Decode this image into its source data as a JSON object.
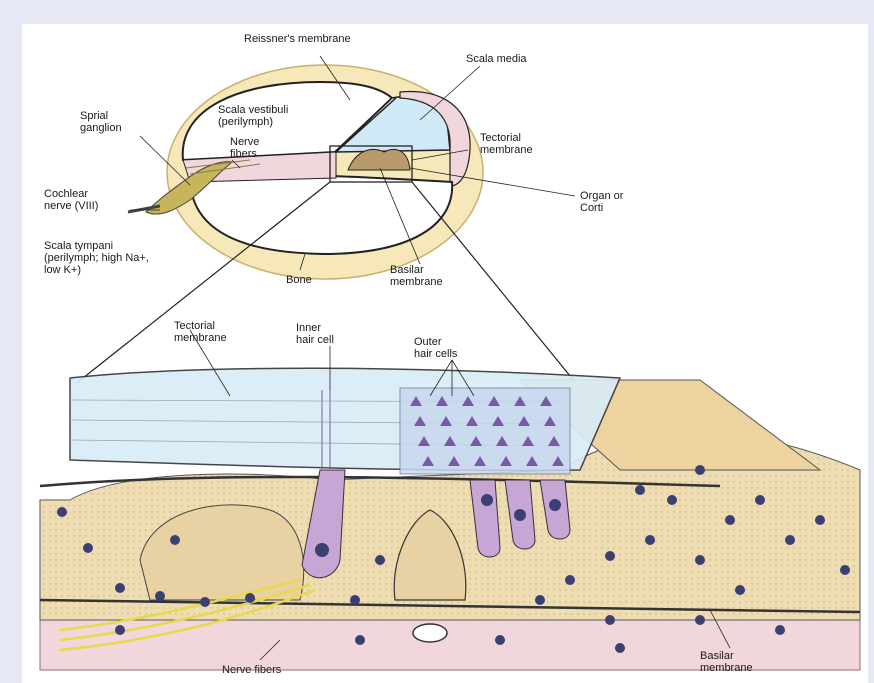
{
  "labels": {
    "reissner": "Reissner's membrane",
    "scala_media": "Scala media",
    "scala_vestibuli": "Scala vestibuli\n(perilymph)",
    "sprial_ganglion": "Sprial\nganglion",
    "nerve_fibers_top": "Nerve\nfibers",
    "tectorial_top": "Tectorial\nmembrane",
    "cochlear_nerve": "Cochlear\nnerve (VIII)",
    "organ_corti": "Organ or\nCorti",
    "scala_tympani": "Scala tympani\n(perilymph; high Na+,\nlow K+)",
    "bone": "Bone",
    "basilar_top": "Basilar\nmembrane",
    "tectorial_bottom": "Tectorial\nmembrane",
    "inner_hair_cell": "Inner\nhair cell",
    "outer_hair_cells": "Outer\nhair cells",
    "nerve_fibers_bottom": "Nerve fibers",
    "basilar_bottom": "Basilar\nmembrane"
  },
  "colors": {
    "page_background": "#e6e8f6",
    "bone_ring": "#f6e8b8",
    "endolymph_blue": "#cfe9f6",
    "tissue_pink": "#f1d6dc",
    "hair_cell_lilac": "#c7a6d6",
    "cell_tan": "#e8d2a4",
    "nucleus": "#3b3f72",
    "nerve_yellow": "#e8d84a"
  }
}
